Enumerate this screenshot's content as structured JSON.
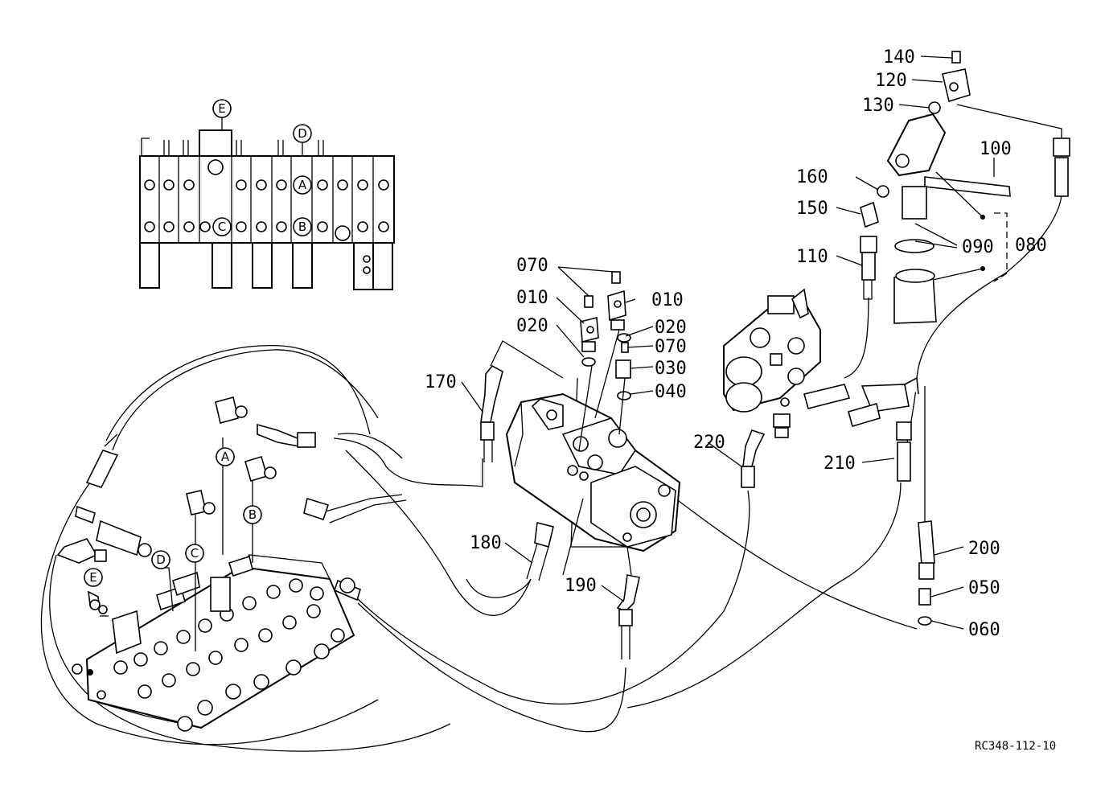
{
  "drawing_code": "RC348-112-10",
  "callout_letters": {
    "A": "A",
    "B": "B",
    "C": "C",
    "D": "D",
    "E": "E"
  },
  "callouts": [
    {
      "id": "140",
      "text": "140"
    },
    {
      "id": "120",
      "text": "120"
    },
    {
      "id": "130",
      "text": "130"
    },
    {
      "id": "100",
      "text": "100"
    },
    {
      "id": "160",
      "text": "160"
    },
    {
      "id": "150",
      "text": "150"
    },
    {
      "id": "090",
      "text": "090"
    },
    {
      "id": "080",
      "text": "080"
    },
    {
      "id": "110",
      "text": "110"
    },
    {
      "id": "070a",
      "text": "070"
    },
    {
      "id": "010a",
      "text": "010"
    },
    {
      "id": "010b",
      "text": "010"
    },
    {
      "id": "020a",
      "text": "020"
    },
    {
      "id": "020b",
      "text": "020"
    },
    {
      "id": "070b",
      "text": "070"
    },
    {
      "id": "030",
      "text": "030"
    },
    {
      "id": "040",
      "text": "040"
    },
    {
      "id": "170",
      "text": "170"
    },
    {
      "id": "220",
      "text": "220"
    },
    {
      "id": "210",
      "text": "210"
    },
    {
      "id": "180",
      "text": "180"
    },
    {
      "id": "190",
      "text": "190"
    },
    {
      "id": "200",
      "text": "200"
    },
    {
      "id": "050",
      "text": "050"
    },
    {
      "id": "060",
      "text": "060"
    }
  ]
}
